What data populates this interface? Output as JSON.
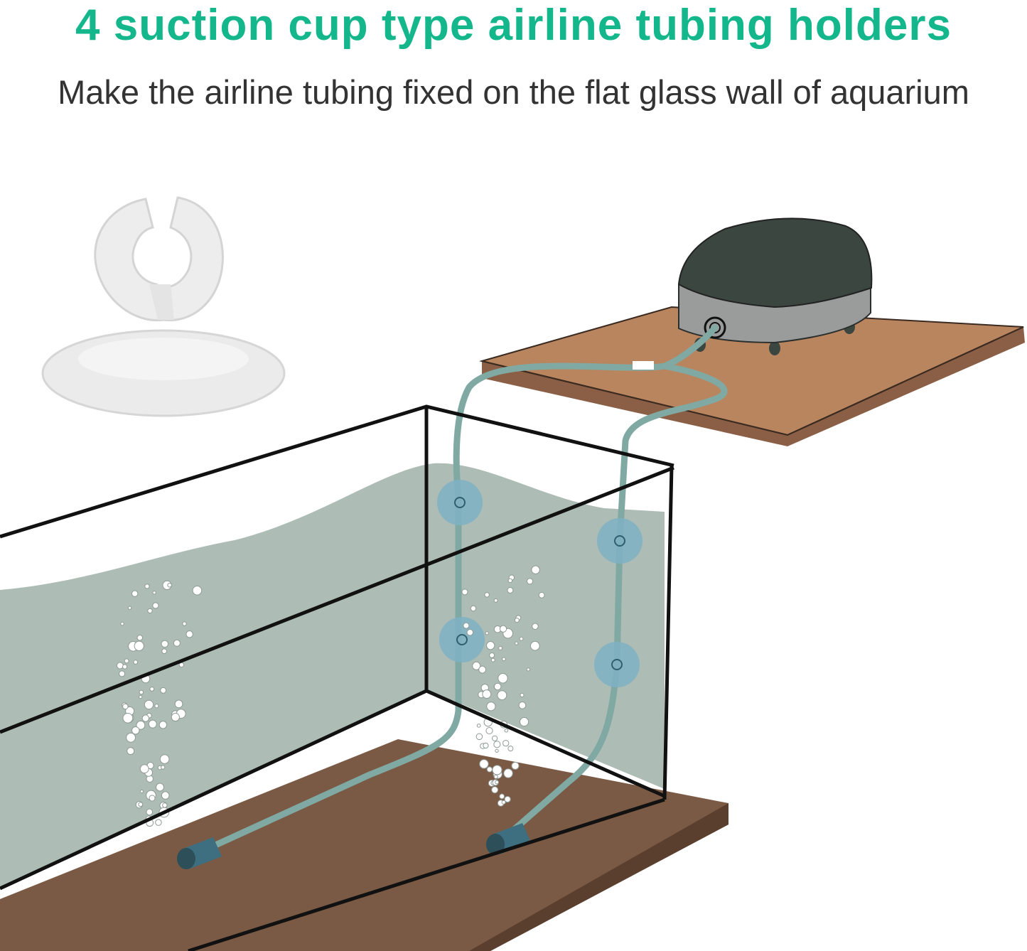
{
  "header": {
    "title": "4 suction cup type airline tubing holders",
    "subtitle": "Make the airline tubing fixed on the flat glass wall of aquarium"
  },
  "colors": {
    "title": "#14b78c",
    "subtitle": "#333333",
    "water": "#a9b8b0",
    "tube": "#7fa9a2",
    "suction_cup": "#7fb2c4",
    "shelf": "#b9855f",
    "table": "#7a5a45",
    "pump_body": "#3b4641",
    "pump_band": "#9a9c9c"
  },
  "illustration": {
    "suction_cups_count": 4,
    "icons": [
      "suction-cup-holder",
      "air-pump",
      "aquarium-tank",
      "air-stone"
    ]
  }
}
